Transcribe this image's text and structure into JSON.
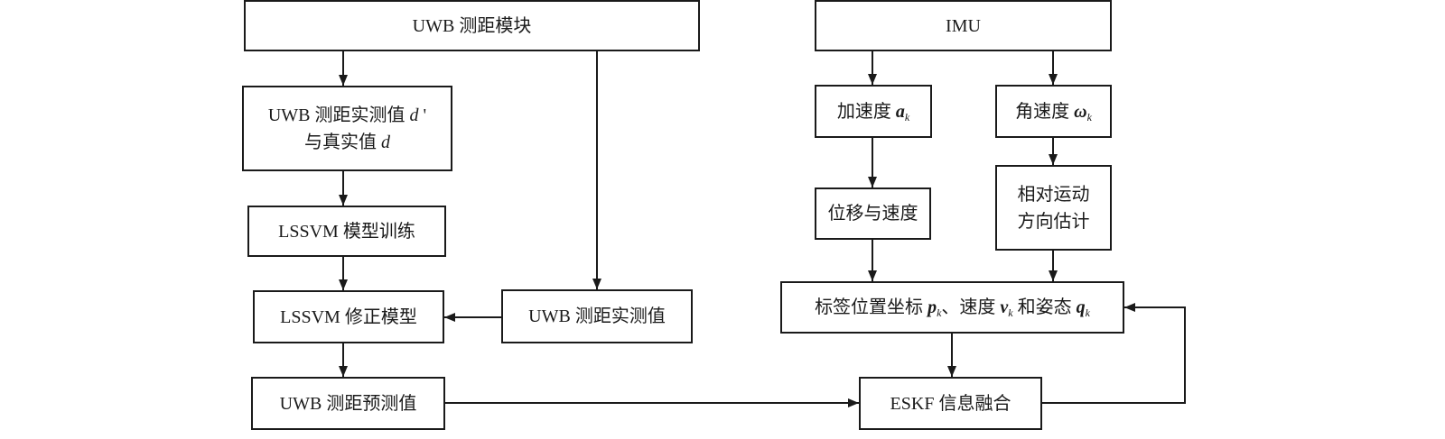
{
  "uwb_module": {
    "label": "UWB 测距模块"
  },
  "uwb_actual_vs_true": {
    "line1_prefix": "UWB 测距实测值 ",
    "line1_symbol": "d",
    "line1_suffix": " '",
    "line2_prefix": "与真实值 ",
    "line2_symbol": "d"
  },
  "lssvm_training": {
    "label": "LSSVM 模型训练"
  },
  "lssvm_correction": {
    "label": "LSSVM 修正模型"
  },
  "uwb_measured": {
    "label": "UWB 测距实测值"
  },
  "uwb_predicted": {
    "label": "UWB 测距预测值"
  },
  "imu": {
    "label": "IMU"
  },
  "acceleration": {
    "prefix": "加速度 ",
    "symbol": "a",
    "subscript": "k"
  },
  "angular_velocity": {
    "prefix": "角速度 ",
    "symbol": "ω",
    "subscript": "k"
  },
  "displacement_velocity": {
    "label": "位移与速度"
  },
  "relative_motion": {
    "line1": "相对运动",
    "line2": "方向估计"
  },
  "tag_state": {
    "prefix": "标签位置坐标 ",
    "p_symbol": "p",
    "p_sub": "k",
    "mid1": "、速度 ",
    "v_symbol": "v",
    "v_sub": "k",
    "mid2": " 和姿态 ",
    "q_symbol": "q",
    "q_sub": "k"
  },
  "eskf_fusion": {
    "label": "ESKF 信息融合"
  }
}
